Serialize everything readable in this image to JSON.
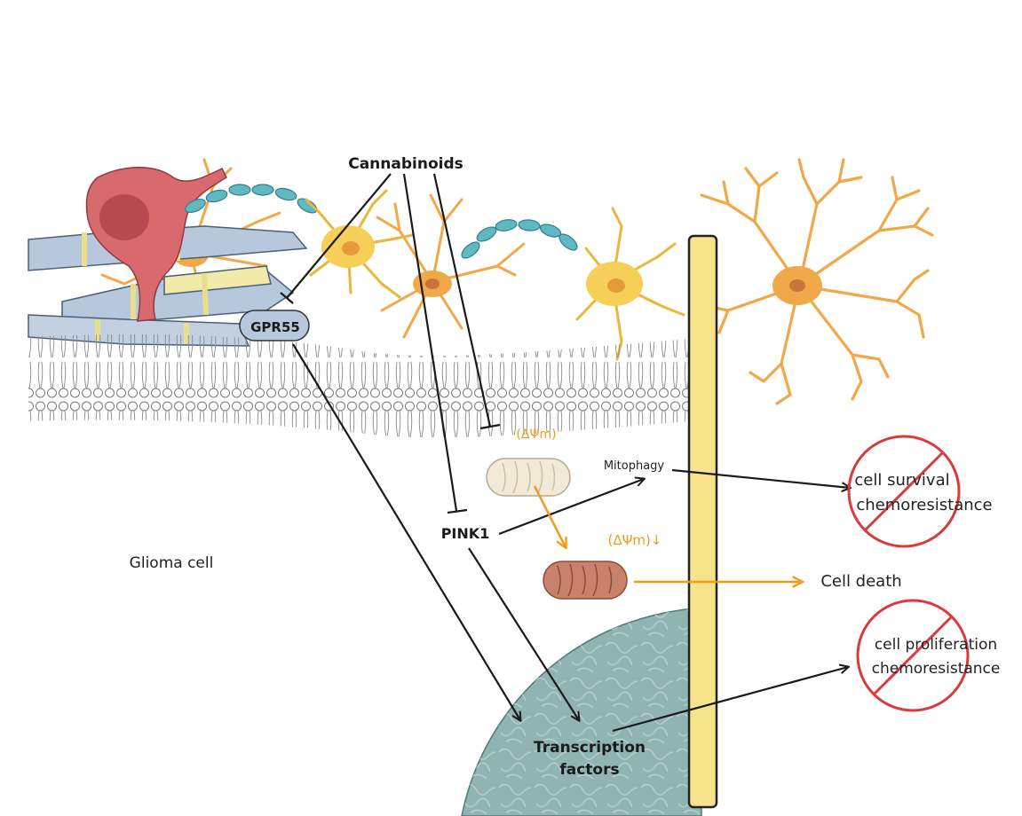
{
  "diagram": {
    "labels": {
      "cannabinoids": "Cannabinoids",
      "gpr55": "GPR55",
      "delta_psi_m": "(ΔΨm)",
      "delta_psi_m_down": "(ΔΨm)↓",
      "mitophagy": "Mitophagy",
      "pink1": "PINK1",
      "glioma_cell": "Glioma cell",
      "cell_death": "Cell death",
      "transcription_factors_line1": "Transcription",
      "transcription_factors_line2": "factors",
      "outcome1_line1": "cell survival",
      "outcome1_line2": "chemoresistance",
      "outcome2_line1": "cell proliferation",
      "outcome2_line2": "chemoresistance"
    },
    "colors": {
      "orange_accent": "#f29a1a",
      "prohibition_red": "#d93a3a",
      "membrane_pillar": "#f7e38a",
      "nucleus": "#8fb4b2",
      "astrocyte": "#f0a848",
      "neuron": "#f6cf58",
      "myelin_sheath": "#5fb8c2",
      "axon_tube": "#b7c7dc",
      "red_neuron": "#d86a6e"
    }
  }
}
